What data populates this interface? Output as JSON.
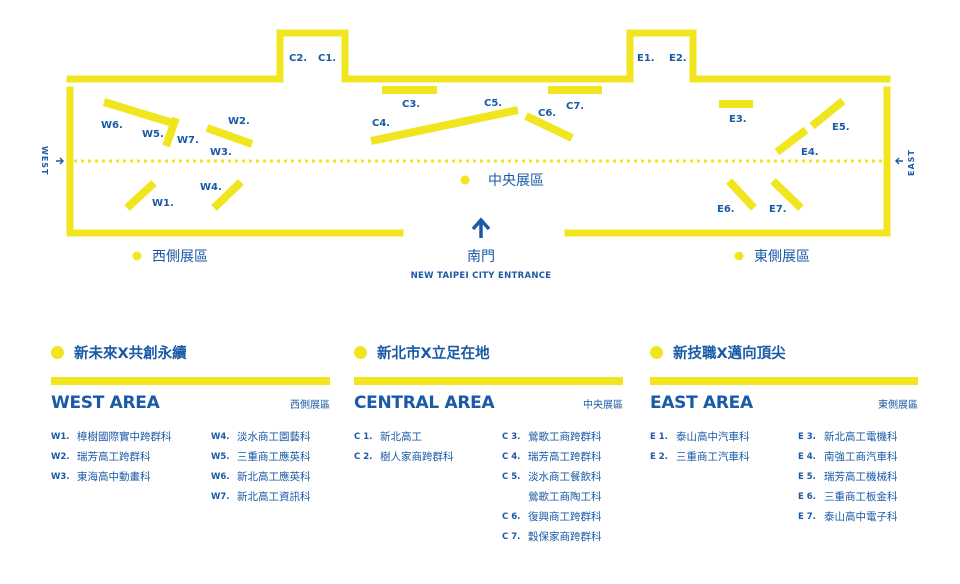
{
  "map": {
    "booths": [
      {
        "code": "W1.",
        "zone": "west"
      },
      {
        "code": "W2.",
        "zone": "west"
      },
      {
        "code": "W3.",
        "zone": "west"
      },
      {
        "code": "W4.",
        "zone": "west"
      },
      {
        "code": "W5.",
        "zone": "west"
      },
      {
        "code": "W6.",
        "zone": "west"
      },
      {
        "code": "W7.",
        "zone": "west"
      },
      {
        "code": "C1.",
        "zone": "central"
      },
      {
        "code": "C2.",
        "zone": "central"
      },
      {
        "code": "C3.",
        "zone": "central"
      },
      {
        "code": "C4.",
        "zone": "central"
      },
      {
        "code": "C5.",
        "zone": "central"
      },
      {
        "code": "C6.",
        "zone": "central"
      },
      {
        "code": "C7.",
        "zone": "central"
      },
      {
        "code": "E1.",
        "zone": "east"
      },
      {
        "code": "E2.",
        "zone": "east"
      },
      {
        "code": "E3.",
        "zone": "east"
      },
      {
        "code": "E4.",
        "zone": "east"
      },
      {
        "code": "E5.",
        "zone": "east"
      },
      {
        "code": "E6.",
        "zone": "east"
      },
      {
        "code": "E7.",
        "zone": "east"
      }
    ],
    "center_zone_label": "中央展區",
    "west_zone_label": "西側展區",
    "east_zone_label": "東側展區",
    "entrance_label": "南門",
    "entrance_sublabel": "NEW TAIPEI CITY ENTRANCE",
    "west_side_label": "WEST",
    "east_side_label": "EAST",
    "colors": {
      "wall": "#f1e51f",
      "text": "#1a5aa6"
    }
  },
  "legend": [
    {
      "theme": "新未來X共創永續",
      "area": "WEST AREA",
      "zone": "西側展區",
      "lists": [
        [
          {
            "code": "W1.",
            "name": "樟樹國際實中跨群科"
          },
          {
            "code": "W2.",
            "name": "瑞芳高工跨群科"
          },
          {
            "code": "W3.",
            "name": "東海高中動畫科"
          }
        ],
        [
          {
            "code": "W4.",
            "name": "淡水商工園藝科"
          },
          {
            "code": "W5.",
            "name": "三重商工應英科"
          },
          {
            "code": "W6.",
            "name": "新北高工應英科"
          },
          {
            "code": "W7.",
            "name": "新北高工資訊科"
          }
        ]
      ]
    },
    {
      "theme": "新北市X立足在地",
      "area": "CENTRAL AREA",
      "zone": "中央展區",
      "lists": [
        [
          {
            "code": "C 1.",
            "name": "新北高工"
          },
          {
            "code": "C 2.",
            "name": "樹人家商跨群科"
          }
        ],
        [
          {
            "code": "C 3.",
            "name": "鶯歌工商跨群科"
          },
          {
            "code": "C 4.",
            "name": "瑞芳高工跨群科"
          },
          {
            "code": "C 5.",
            "name": "淡水商工餐飲科"
          },
          {
            "code": "",
            "name": "鶯歌工商陶工科"
          },
          {
            "code": "C 6.",
            "name": "復興商工跨群科"
          },
          {
            "code": "C 7.",
            "name": "穀保家商跨群科"
          }
        ]
      ]
    },
    {
      "theme": "新技職X邁向頂尖",
      "area": "EAST AREA",
      "zone": "東側展區",
      "lists": [
        [
          {
            "code": "E 1.",
            "name": "泰山高中汽車科"
          },
          {
            "code": "E 2.",
            "name": "三重商工汽車科"
          }
        ],
        [
          {
            "code": "E 3.",
            "name": "新北高工電機科"
          },
          {
            "code": "E 4.",
            "name": "南強工商汽車科"
          },
          {
            "code": "E 5.",
            "name": "瑞芳高工機械科"
          },
          {
            "code": "E 6.",
            "name": "三重商工板金科"
          },
          {
            "code": "E 7.",
            "name": "泰山高中電子科"
          }
        ]
      ]
    }
  ]
}
